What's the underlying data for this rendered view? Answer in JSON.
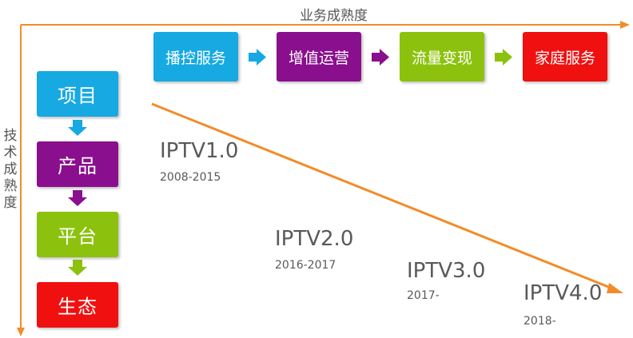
{
  "axes": {
    "horizontal_label": "业务成熟度",
    "vertical_label": "技术成熟度",
    "axis_color": "#f28c28"
  },
  "business_steps": [
    {
      "label": "播控服务",
      "color": "#17a9e2"
    },
    {
      "label": "增值运营",
      "color": "#8a0f8e"
    },
    {
      "label": "流量变现",
      "color": "#8cc20e"
    },
    {
      "label": "家庭服务",
      "color": "#f01010"
    }
  ],
  "tech_steps": [
    {
      "label": "项目",
      "color": "#17a9e2"
    },
    {
      "label": "产品",
      "color": "#8a0f8e"
    },
    {
      "label": "平台",
      "color": "#8cc20e"
    },
    {
      "label": "生态",
      "color": "#f01010"
    }
  ],
  "stages": [
    {
      "name": "IPTV1.0",
      "years": "2008-2015"
    },
    {
      "name": "IPTV2.0",
      "years": "2016-2017"
    },
    {
      "name": "IPTV3.0",
      "years": "2017-"
    },
    {
      "name": "IPTV4.0",
      "years": "2018-"
    }
  ]
}
